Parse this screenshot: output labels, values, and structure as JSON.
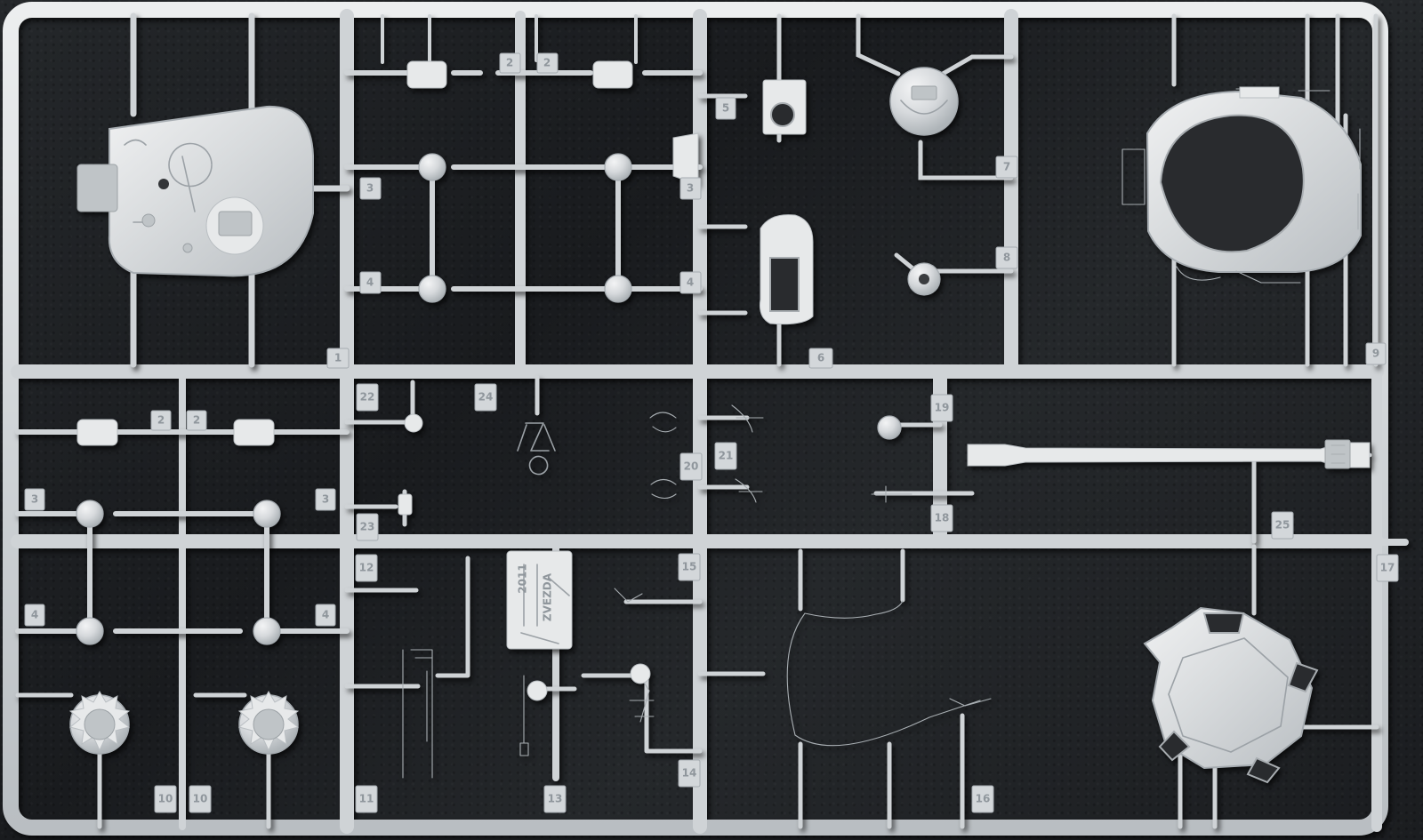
{
  "scene": {
    "subject": "light grey plastic model kit sprue on a dark textured surface",
    "background_color": "#222325",
    "plastic_color": "#d7dadc",
    "shadow_color": "#111214"
  },
  "part_numbers": [
    {
      "id": "part-number-1",
      "text": "1"
    },
    {
      "id": "part-number-2a",
      "text": "2"
    },
    {
      "id": "part-number-2b",
      "text": "2"
    },
    {
      "id": "part-number-3a",
      "text": "3"
    },
    {
      "id": "part-number-3b",
      "text": "3"
    },
    {
      "id": "part-number-4a",
      "text": "4"
    },
    {
      "id": "part-number-4b",
      "text": "4"
    },
    {
      "id": "part-number-5",
      "text": "5"
    },
    {
      "id": "part-number-6",
      "text": "6"
    },
    {
      "id": "part-number-7",
      "text": "7"
    },
    {
      "id": "part-number-8",
      "text": "8"
    },
    {
      "id": "part-number-9",
      "text": "9"
    },
    {
      "id": "part-number-2c",
      "text": "2"
    },
    {
      "id": "part-number-2d",
      "text": "2"
    },
    {
      "id": "part-number-3c",
      "text": "3"
    },
    {
      "id": "part-number-3d",
      "text": "3"
    },
    {
      "id": "part-number-4c",
      "text": "4"
    },
    {
      "id": "part-number-4d",
      "text": "4"
    },
    {
      "id": "part-number-10a",
      "text": "10"
    },
    {
      "id": "part-number-10b",
      "text": "10"
    },
    {
      "id": "part-number-11",
      "text": "11"
    },
    {
      "id": "part-number-12",
      "text": "12"
    },
    {
      "id": "part-number-13",
      "text": "13"
    },
    {
      "id": "part-number-14",
      "text": "14"
    },
    {
      "id": "part-number-15",
      "text": "15"
    },
    {
      "id": "part-number-16",
      "text": "16"
    },
    {
      "id": "part-number-17",
      "text": "17"
    },
    {
      "id": "part-number-18",
      "text": "18"
    },
    {
      "id": "part-number-19",
      "text": "19"
    },
    {
      "id": "part-number-20",
      "text": "20"
    },
    {
      "id": "part-number-21",
      "text": "21"
    },
    {
      "id": "part-number-22",
      "text": "22"
    },
    {
      "id": "part-number-23",
      "text": "23"
    },
    {
      "id": "part-number-24",
      "text": "24"
    },
    {
      "id": "part-number-25",
      "text": "25"
    }
  ],
  "molded_marks": {
    "year": "2011",
    "brand": "ZVEZDA"
  }
}
